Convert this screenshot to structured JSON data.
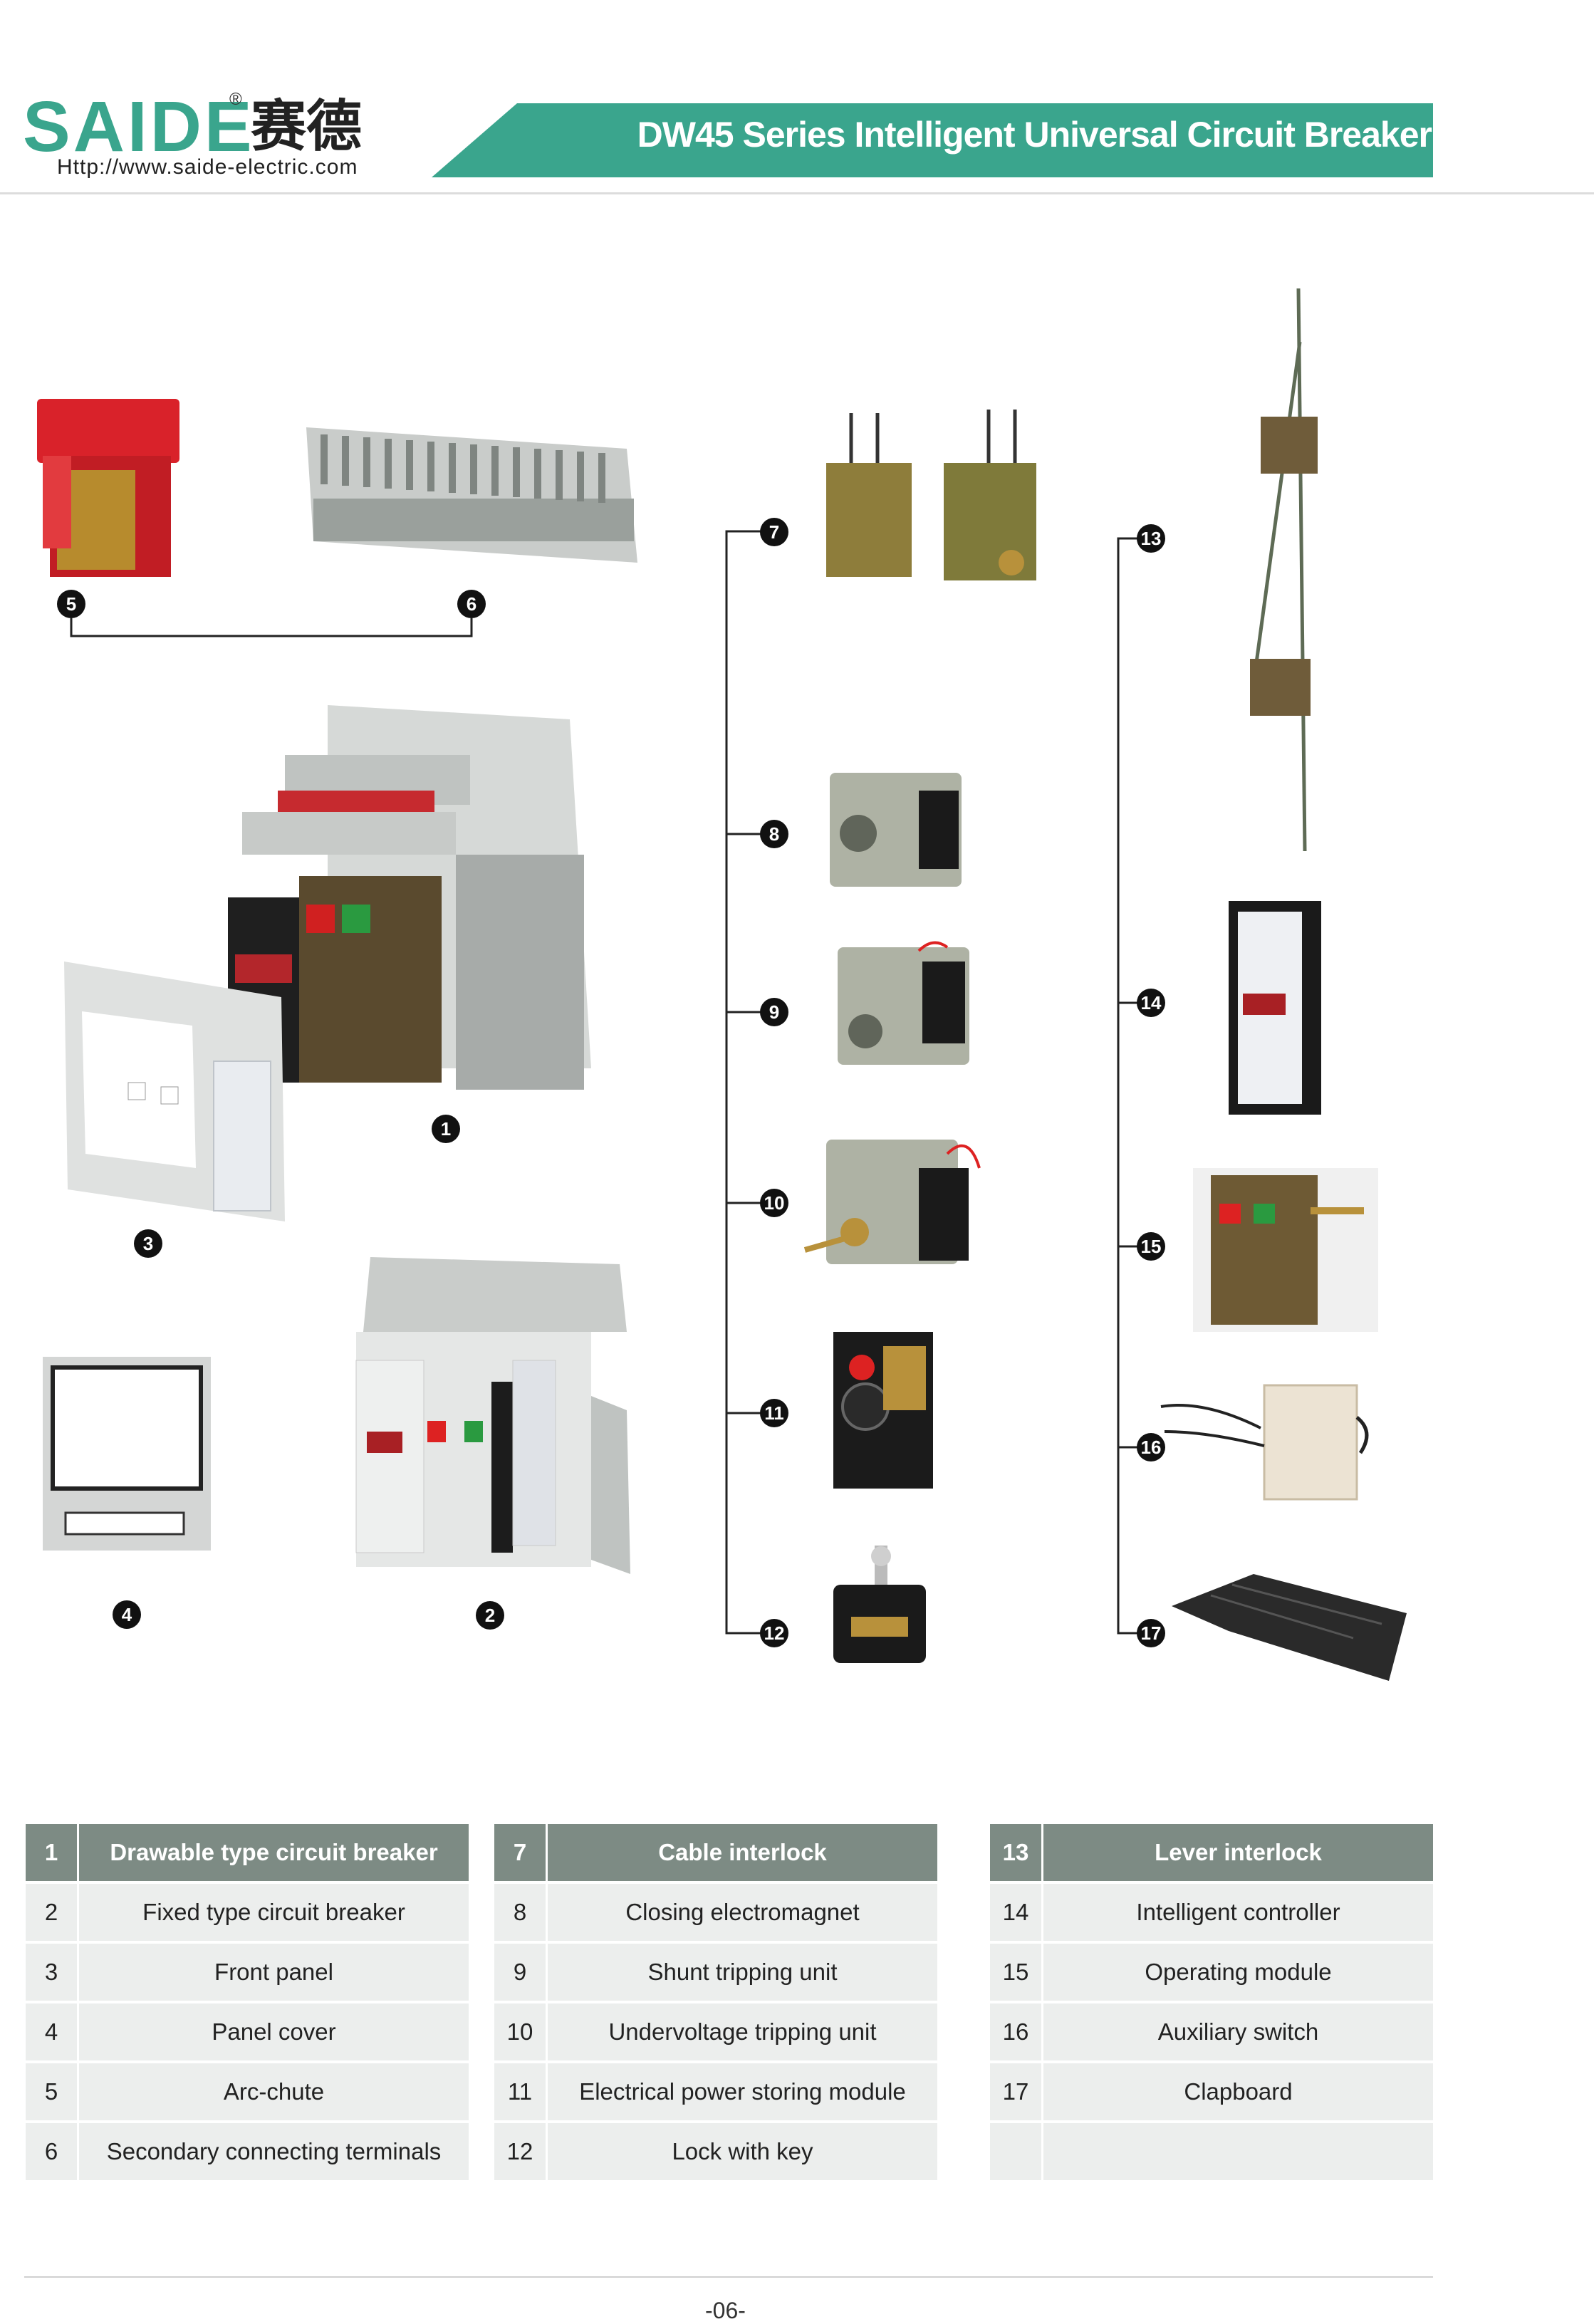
{
  "header": {
    "logo_text": "SAIDE",
    "logo_registered": "®",
    "logo_chinese": "赛德",
    "url": "Http://www.saide-electric.com",
    "title": "DW45  Series Intelligent Universal Circuit Breaker",
    "accent_color": "#3aa58d"
  },
  "diagram": {
    "badges": [
      "1",
      "2",
      "3",
      "4",
      "5",
      "6",
      "7",
      "8",
      "9",
      "10",
      "11",
      "12",
      "13",
      "14",
      "15",
      "16",
      "17"
    ]
  },
  "tables": [
    {
      "rows": [
        {
          "num": "1",
          "label": "Drawable type circuit breaker"
        },
        {
          "num": "2",
          "label": "Fixed type circuit breaker"
        },
        {
          "num": "3",
          "label": "Front panel"
        },
        {
          "num": "4",
          "label": "Panel cover"
        },
        {
          "num": "5",
          "label": "Arc-chute"
        },
        {
          "num": "6",
          "label": "Secondary connecting terminals"
        }
      ]
    },
    {
      "rows": [
        {
          "num": "7",
          "label": "Cable interlock"
        },
        {
          "num": "8",
          "label": "Closing electromagnet"
        },
        {
          "num": "9",
          "label": "Shunt tripping unit"
        },
        {
          "num": "10",
          "label": "Undervoltage tripping unit"
        },
        {
          "num": "11",
          "label": "Electrical power storing module"
        },
        {
          "num": "12",
          "label": "Lock with key"
        }
      ]
    },
    {
      "rows": [
        {
          "num": "13",
          "label": "Lever interlock"
        },
        {
          "num": "14",
          "label": "Intelligent controller"
        },
        {
          "num": "15",
          "label": "Operating module"
        },
        {
          "num": "16",
          "label": "Auxiliary switch"
        },
        {
          "num": "17",
          "label": "Clapboard"
        },
        {
          "num": "",
          "label": ""
        }
      ]
    }
  ],
  "footer": {
    "page_number": "-06-"
  }
}
